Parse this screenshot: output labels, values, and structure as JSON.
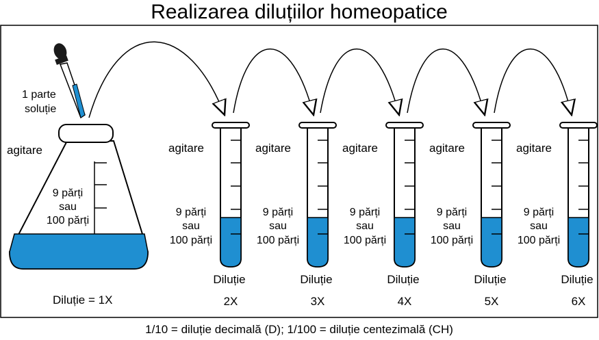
{
  "title": "Realizarea diluțiilor homeopatice",
  "dropper": {
    "line1": "1 parte",
    "line2": "soluție"
  },
  "flask": {
    "agitation": "agitare",
    "parts_line1": "9 părți",
    "parts_line2": "sau",
    "parts_line3": "100 părți",
    "dilution": "Diluție = 1X"
  },
  "tubes": [
    {
      "agitation": "agitare",
      "parts_line1": "9 părți",
      "parts_line2": "sau",
      "parts_line3": "100 părți",
      "label": "Diluție",
      "factor": "2X"
    },
    {
      "agitation": "agitare",
      "parts_line1": "9 părți",
      "parts_line2": "sau",
      "parts_line3": "100 părți",
      "label": "Diluție",
      "factor": "3X"
    },
    {
      "agitation": "agitare",
      "parts_line1": "9 părți",
      "parts_line2": "sau",
      "parts_line3": "100 părți",
      "label": "Diluție",
      "factor": "4X"
    },
    {
      "agitation": "agitare",
      "parts_line1": "9 părți",
      "parts_line2": "sau",
      "parts_line3": "100 părți",
      "label": "Diluție",
      "factor": "5X"
    },
    {
      "agitation": "agitare",
      "parts_line1": "9 părți",
      "parts_line2": "sau",
      "parts_line3": "100 părți",
      "label": "Diluție",
      "factor": "6X"
    }
  ],
  "footnote": "1/10 = diluție decimală (D);  1/100 = diluție centezimală (CH)",
  "colors": {
    "liquid": "#1f8fd1",
    "stroke": "#000000",
    "dropper_bulb": "#1a1a1a"
  }
}
